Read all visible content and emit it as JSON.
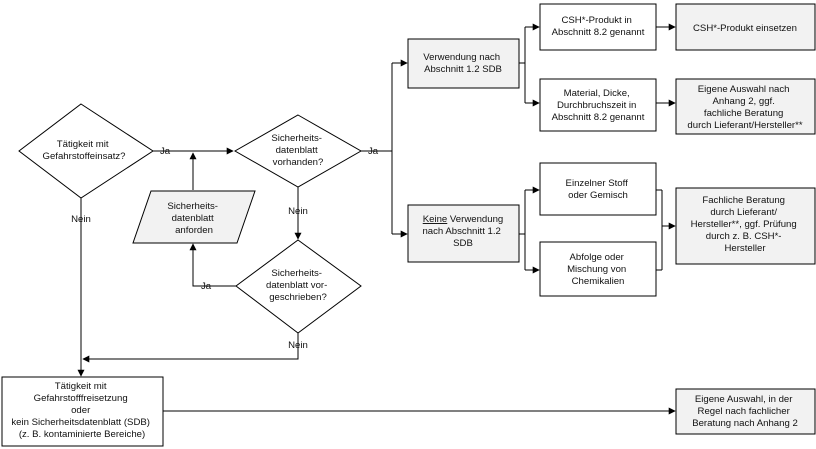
{
  "d1": [
    "Tätigkeit mit",
    "Gefahrstoffeinsatz?"
  ],
  "d2": [
    "Sicherheits-",
    "datenblatt",
    "vorhanden?"
  ],
  "d3": [
    "Sicherheits-",
    "datenblatt vor-",
    "geschrieben?"
  ],
  "para": [
    "Sicherheits-",
    "datenblatt",
    "anforden"
  ],
  "box_use": [
    "Verwendung nach",
    "Abschnitt 1.2 SDB"
  ],
  "box_nouse": {
    "prefix": "Keine",
    "rest": " Verwendung",
    "lines": [
      "nach Abschnitt 1.2",
      "SDB"
    ]
  },
  "box_csh": [
    "CSH*-Produkt in",
    "Abschnitt 8.2 genannt"
  ],
  "box_csh_use": [
    "CSH*-Produkt einsetzen"
  ],
  "box_material": [
    "Material, Dicke,",
    "Durchbruchszeit in",
    "Abschnitt 8.2 genannt"
  ],
  "box_own_choice": [
    "Eigene Auswahl nach",
    "Anhang 2, ggf.",
    "fachliche Beratung",
    "durch Lieferant/Hersteller**"
  ],
  "box_single": [
    "Einzelner Stoff",
    "oder Gemisch"
  ],
  "box_sequence": [
    "Abfolge oder",
    "Mischung von",
    "Chemikalien"
  ],
  "box_advice": [
    "Fachliche Beratung",
    "durch Lieferant/",
    "Hersteller**, ggf. Prüfung",
    "durch z. B. CSH*-",
    "Hersteller"
  ],
  "box_release": [
    "Tätigkeit mit",
    "Gefahrstofffreisetzung",
    "oder",
    "kein Sicherheitsdatenblatt (SDB)",
    "(z. B. kontaminierte Bereiche)"
  ],
  "box_own_final": [
    "Eigene Auswahl, in der",
    "Regel nach fachlicher",
    "Beratung nach Anhang 2"
  ],
  "labels": {
    "ja1": "Ja",
    "ja2": "Ja",
    "ja3": "Ja",
    "nein1": "Nein",
    "nein2": "Nein",
    "nein3": "Nein"
  },
  "colors": {
    "box_fill": "#f2f2f2",
    "stroke": "#000000"
  }
}
